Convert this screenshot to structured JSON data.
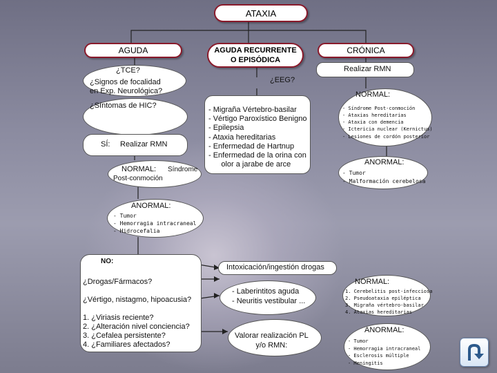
{
  "title": "ATAXIA",
  "columns": {
    "aguda": "AGUDA",
    "recurrente": "AGUDA RECURRENTE\nO EPISÓDICA",
    "cronica": "CRÓNICA"
  },
  "left": {
    "tce": "¿TCE?",
    "signos": "¿Signos de focalidad\nen Exp. Neurológica?",
    "hic": "¿Síntomas de HIC?",
    "si_label": "SÍ:",
    "si_action": "Realizar RMN",
    "normal": "NORMAL:",
    "normal_detail": "Síndrome",
    "postconmocion": "Post-conmoción",
    "anormal": "ANORMAL:",
    "anormal_items": "- Tumor\n- Hemorragia intracraneal\n- Hidrocefalia",
    "no_label": "NO:",
    "no_questions": [
      "¿Drogas/Fármacos?",
      "¿Vértigo, nistagmo, hipoacusia?"
    ],
    "no_list": "1. ¿Viriasis reciente?\n2. ¿Alteración nivel conciencia?\n3. ¿Cefalea persistente?\n4. ¿Familiares afectados?"
  },
  "middle": {
    "eeg": "¿EEG?",
    "diagnoses": "- Migraña Vértebro-basilar\n- Vértigo Paroxístico Benigno\n- Epilepsia\n- Ataxia hereditarias\n- Enfermedad de Hartnup\n- Enfermedad de la orina con\n      olor a jarabe de arce",
    "intox": "Intoxicación/ingestión drogas",
    "laberintitis": "- Laberintitos aguda\n- Neuritis vestibular ...",
    "valorar": "Valorar realización PL\ny/o RMN:"
  },
  "right": {
    "realizar": "Realizar RMN",
    "normal1": "NORMAL:",
    "normal1_items": "- Síndrome Post-conmoción\n- Ataxias hereditarias\n- Ataxia con demencia\n- Ictericia nuclear (Kernictus)\n- Lesiones de cordón posterior",
    "anormal1": "ANORMAL:",
    "anormal1_items": "- Tumor\n- Malformación cerebelosa",
    "normal2": "NORMAL:",
    "normal2_items": "1. Cerebelitis post-infecciosa\n2. Pseudoataxia epiléptica\n3. Migraña vértebro-basilar\n4. Ataxias hereditarias",
    "anormal2": "ANORMAL:",
    "anormal2_items": "- Tumor\n- Hemorragia intracraneal\n- Esclerosis múltiple\n- Meningitis"
  },
  "nav_icon": "return-arrow-icon"
}
